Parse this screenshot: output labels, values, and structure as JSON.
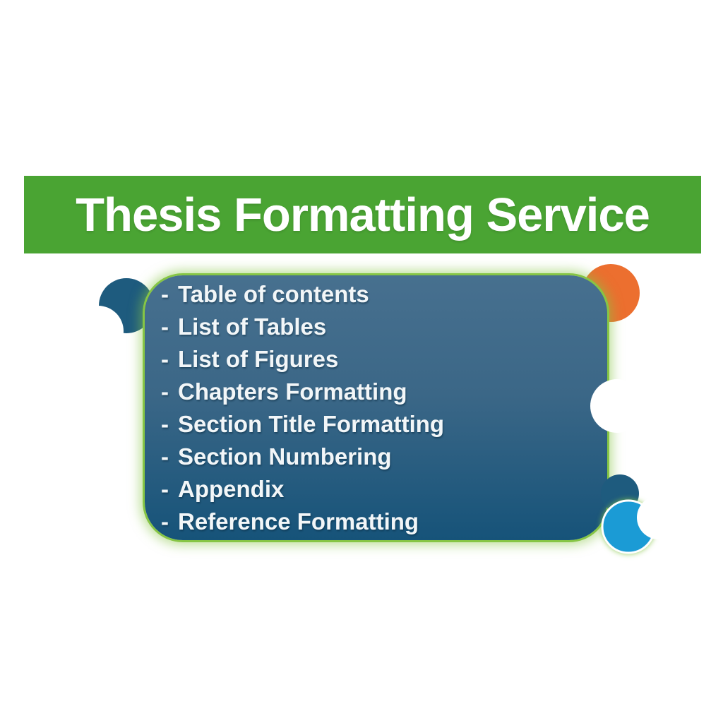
{
  "banner": {
    "title": "Thesis Formatting Service"
  },
  "list": {
    "dash": "-",
    "items": [
      "Table of contents",
      "List of Tables",
      "List of Figures",
      "Chapters Formatting",
      "Section Title Formatting",
      "Section Numbering",
      "Appendix",
      "Reference Formatting"
    ]
  },
  "colors": {
    "banner_green": "#4AA433",
    "card_gradient_top": "#47708F",
    "card_gradient_bottom": "#165379",
    "glow_green": "#86C545",
    "orange": "#EC6F2F",
    "dark_teal": "#1E5B7E",
    "light_blue": "#1B9BD5",
    "white": "#FFFFFF"
  }
}
